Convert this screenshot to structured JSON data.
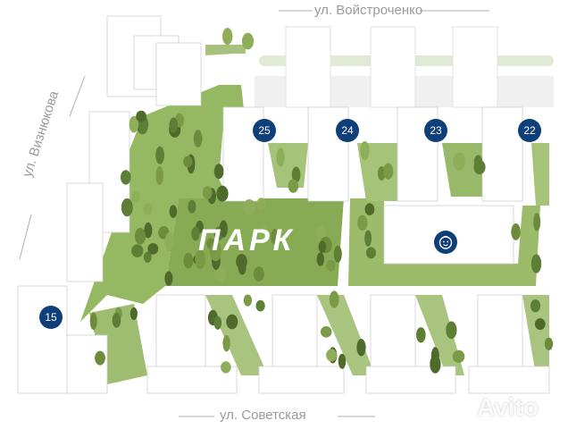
{
  "streets": {
    "top": "ул. Войстроченко",
    "left": "ул. Визнюкова",
    "bottom": "ул. Советская"
  },
  "park_label": "ПАРК",
  "buildings": [
    {
      "number": "25"
    },
    {
      "number": "24"
    },
    {
      "number": "23"
    },
    {
      "number": "22"
    },
    {
      "number": "15"
    }
  ],
  "kindergarten_icon": "child-face-icon",
  "watermark": "Avito",
  "colors": {
    "marker": "#0f3f78",
    "green": "#8cb05a",
    "green_light": "#b9cf96",
    "tree_dark": "#4f6f2e"
  }
}
